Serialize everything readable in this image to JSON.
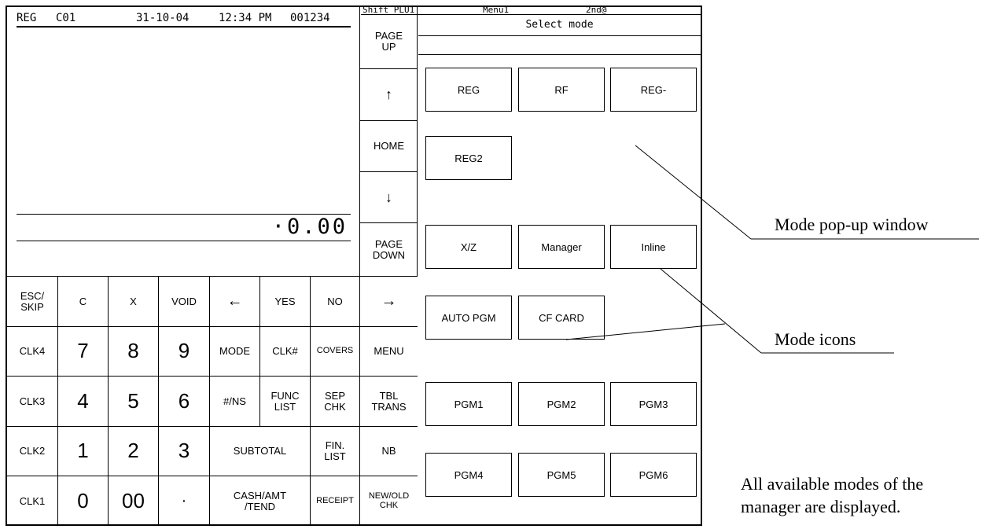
{
  "display": {
    "mode": "REG",
    "clerk": "C01",
    "date": "31-10-04",
    "time": "12:34 PM",
    "consec": "001234",
    "total": "·0.00"
  },
  "status_bar": {
    "shift": "Shift PLU1",
    "menu": "Menu1",
    "second": "2nd@"
  },
  "nav_keys": [
    "PAGE\nUP",
    "↑",
    "HOME",
    "↓",
    "PAGE\nDOWN"
  ],
  "keypad": {
    "esc_skip": "ESC/\nSKIP",
    "c": "C",
    "x": "X",
    "void": "VOID",
    "left_arrow": "←",
    "yes": "YES",
    "no": "NO",
    "right_arrow": "→",
    "clk4": "CLK4",
    "n7": "7",
    "n8": "8",
    "n9": "9",
    "mode": "MODE",
    "clk_num": "CLK#",
    "covers": "COVERS",
    "menu": "MENU",
    "clk3": "CLK3",
    "n4": "4",
    "n5": "5",
    "n6": "6",
    "ns": "#/NS",
    "func_list": "FUNC\nLIST",
    "sep_chk": "SEP\nCHK",
    "tbl_trans": "TBL\nTRANS",
    "clk2": "CLK2",
    "n1": "1",
    "n2": "2",
    "n3": "3",
    "subtotal": "SUBTOTAL",
    "fin_list": "FIN.\nLIST",
    "nb": "NB",
    "clk1": "CLK1",
    "n0": "0",
    "n00": "00",
    "dot": "·",
    "cash": "CASH/AMT\n/TEND",
    "receipt": "RECEIPT",
    "new_old_chk": "NEW/OLD\nCHK"
  },
  "mode_popup": {
    "title": "Select mode",
    "buttons": [
      "REG",
      "RF",
      "REG-",
      "REG2",
      "X/Z",
      "Manager",
      "Inline",
      "AUTO PGM",
      "CF CARD",
      "PGM1",
      "PGM2",
      "PGM3",
      "PGM4",
      "PGM5",
      "PGM6"
    ]
  },
  "annotations": {
    "popup_label": "Mode pop-up window",
    "icons_label": "Mode icons",
    "note_line1": "All available modes of the",
    "note_line2": "manager are displayed."
  }
}
